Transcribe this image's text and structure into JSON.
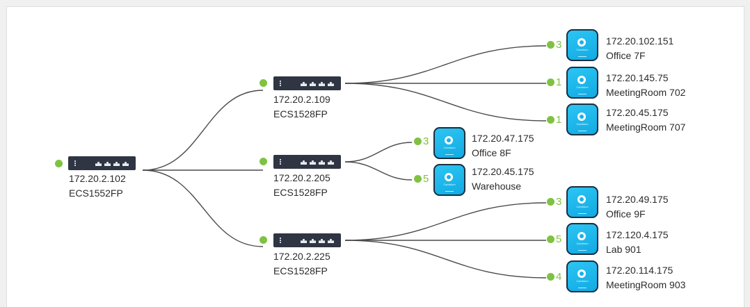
{
  "root": {
    "ip": "172.20.2.102",
    "model": "ECS1552FP"
  },
  "switches": [
    {
      "ip": "172.20.2.109",
      "model": "ECS1528FP"
    },
    {
      "ip": "172.20.2.205",
      "model": "ECS1528FP"
    },
    {
      "ip": "172.20.2.225",
      "model": "ECS1528FP"
    }
  ],
  "access_points": [
    {
      "ip": "172.20.102.151",
      "name": "Office 7F",
      "port": "3"
    },
    {
      "ip": "172.20.145.75",
      "name": "MeetingRoom 702",
      "port": "1"
    },
    {
      "ip": "172.20.45.175",
      "name": "MeetingRoom 707",
      "port": "1"
    },
    {
      "ip": "172.20.47.175",
      "name": "Office 8F",
      "port": "3"
    },
    {
      "ip": "172.20.45.175",
      "name": "Warehouse",
      "port": "5"
    },
    {
      "ip": "172.20.49.175",
      "name": "Office 9F",
      "port": "3"
    },
    {
      "ip": "172.120.4.175",
      "name": "Lab 901",
      "port": "5"
    },
    {
      "ip": "172.20.114.175",
      "name": "MeetingRoom 903",
      "port": "4"
    }
  ],
  "colors": {
    "link": "#4a4a4a",
    "status_online": "#7fc241",
    "switch": "#2f3542",
    "ap": "#19b0e8"
  },
  "icons": {
    "switch": "network-switch-icon",
    "ap": "access-point-icon",
    "status": "status-dot-icon"
  }
}
